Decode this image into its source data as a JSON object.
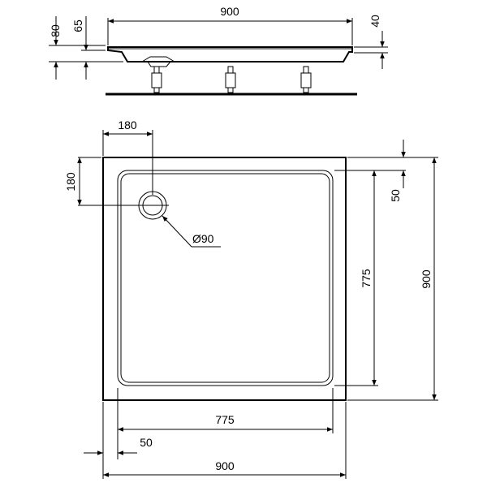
{
  "side_view": {
    "top_width": "900",
    "left_height_outer": "80",
    "left_height_inner": "65",
    "right_height": "40"
  },
  "plan_view": {
    "drain_offset_x": "180",
    "drain_offset_y": "180",
    "drain_diameter": "Ø90",
    "inner_width": "775",
    "inner_depth": "775",
    "outer_width": "900",
    "outer_depth": "900",
    "rim_left": "50",
    "rim_right": "50"
  }
}
